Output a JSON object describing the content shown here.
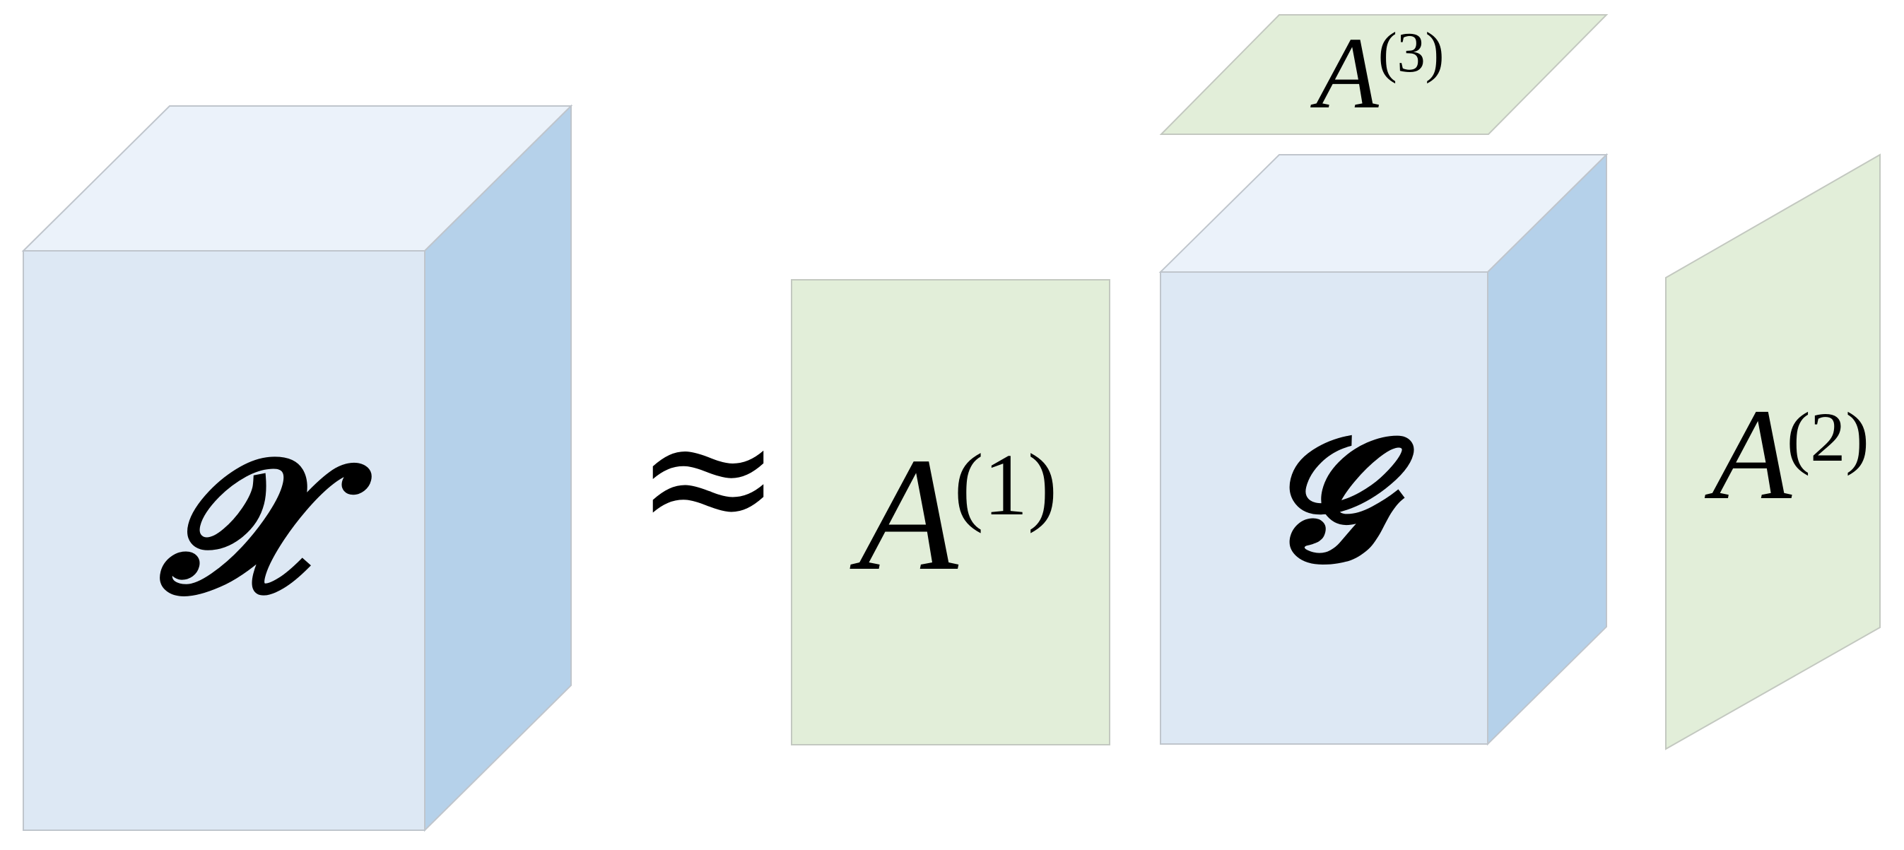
{
  "diagram": {
    "tensor_x_symbol": "𝓧",
    "approx_symbol": "≈",
    "factor_a1": {
      "base": "A",
      "superscript": "(1)"
    },
    "core_g_symbol": "𝓖",
    "factor_a3": {
      "base": "A",
      "superscript": "(3)"
    },
    "factor_a2": {
      "base": "A",
      "superscript": "(2)"
    },
    "colors": {
      "tensor_front": "#DDE8F4",
      "tensor_top": "#EBF2FA",
      "tensor_side": "#B5D1EA",
      "factor_fill": "#E2EED9",
      "edge": "#BFC5CC"
    }
  }
}
